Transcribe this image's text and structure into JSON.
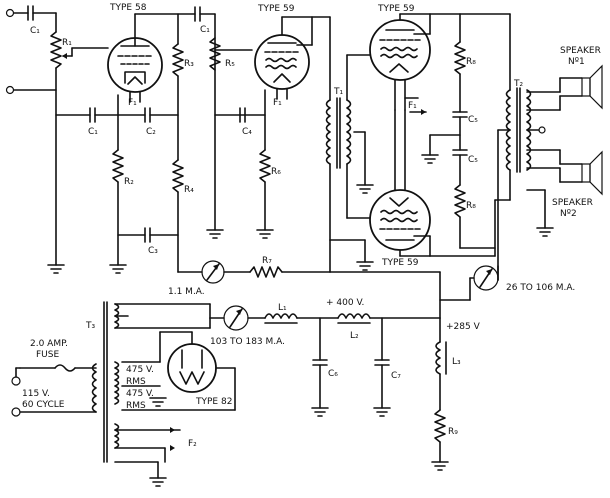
{
  "tubes": {
    "type58": "TYPE 58",
    "type59_driver": "TYPE 59",
    "type59_upper": "TYPE 59",
    "type59_lower": "TYPE 59",
    "type82": "TYPE 82"
  },
  "speakers": {
    "speaker1": "SPEAKER",
    "speaker1_num": "Nº1",
    "speaker2": "SPEAKER",
    "speaker2_num": "Nº2"
  },
  "components": {
    "C1_top": "C₁",
    "R1": "R₁",
    "C1_mid": "C₁",
    "C2": "C₂",
    "F1a": "F₁",
    "R3": "R₃",
    "R2": "R₂",
    "R4": "R₄",
    "C3": "C₃",
    "C1_b": "C₁",
    "R5": "R₅",
    "F1b": "F₁",
    "C4": "C₄",
    "R6": "R₆",
    "T1": "T₁",
    "F1c": "F₁",
    "R8a": "R₈",
    "C5a": "C₅",
    "C5b": "C₅",
    "R8b": "R₈",
    "T2": "T₂",
    "R7": "R₇",
    "L1": "L₁",
    "L2": "L₂",
    "C6": "C₆",
    "C7": "C₇",
    "L3": "L₃",
    "R9": "R₉",
    "T3": "T₃",
    "F2": "F₂"
  },
  "meters": {
    "m1": "1.1 M.A.",
    "m2": "103 TO 183 M.A.",
    "m3": "26 TO 106 M.A."
  },
  "voltages": {
    "v400": "+ 400 V.",
    "v285": "+285 V"
  },
  "power": {
    "fuse_amp": "2.0 AMP.",
    "fuse": "FUSE",
    "mains_v": "115 V.",
    "mains_c": "60 CYCLE",
    "tap1": "475 V.",
    "tap2": "RMS",
    "tap3": "475 V.",
    "tap4": "RMS"
  }
}
